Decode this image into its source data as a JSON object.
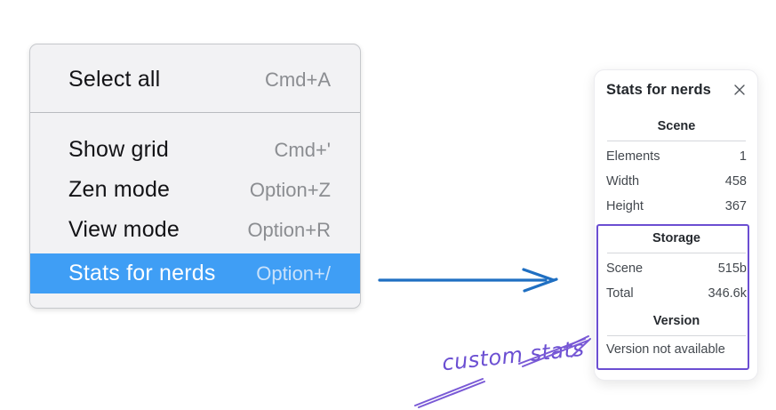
{
  "page": {
    "background": "#ffffff"
  },
  "context_menu": {
    "background": "#f2f2f4",
    "highlight_color": "#3f9ef5",
    "selected_item": "Stats for nerds",
    "items": [
      {
        "label": "Select all",
        "shortcut": "Cmd+A"
      },
      {
        "label": "Show grid",
        "shortcut": "Cmd+'"
      },
      {
        "label": "Zen mode",
        "shortcut": "Option+Z"
      },
      {
        "label": "View mode",
        "shortcut": "Option+R"
      },
      {
        "label": "Stats for nerds",
        "shortcut": "Option+/"
      }
    ]
  },
  "flow_arrow": {
    "color": "#1f6fc2"
  },
  "stats_panel": {
    "title": "Stats for nerds",
    "icons": {
      "close_icon": "✕"
    },
    "scene_section": {
      "title": "Scene",
      "rows": [
        {
          "label": "Elements",
          "value": "1"
        },
        {
          "label": "Width",
          "value": "458"
        },
        {
          "label": "Height",
          "value": "367"
        }
      ]
    },
    "storage_section": {
      "title": "Storage",
      "rows": [
        {
          "label": "Scene",
          "value": "515b"
        },
        {
          "label": "Total",
          "value": "346.6k"
        }
      ]
    },
    "version_section": {
      "title": "Version",
      "message": "Version not available"
    },
    "highlight_box_color": "#6b4ed2"
  },
  "annotation": {
    "label": "custom stats",
    "color": "#6b4fd2"
  }
}
